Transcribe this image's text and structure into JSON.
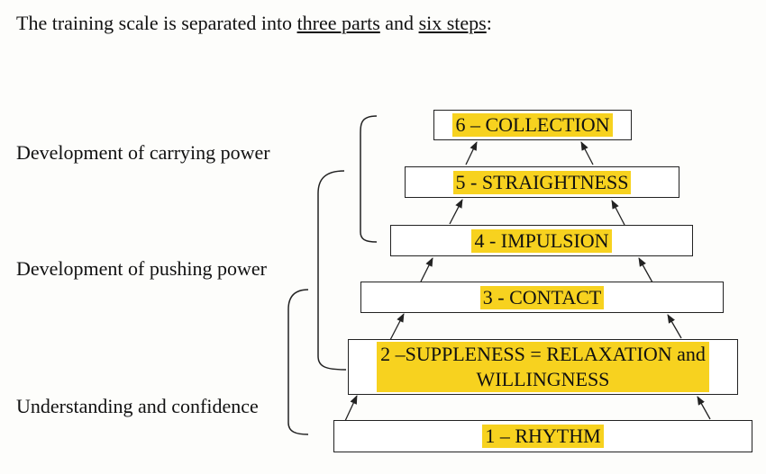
{
  "intro": {
    "prefix": "The training scale is separated into ",
    "three_parts": "three parts",
    "middle": " and ",
    "six_steps": "six steps",
    "suffix": ":"
  },
  "groups": {
    "carrying": "Development of carrying power",
    "pushing": "Development of pushing power",
    "understanding": "Understanding and confidence"
  },
  "steps": {
    "step1": "1 – RHYTHM",
    "step2_line1": "2 –SUPPLENESS = RELAXATION and",
    "step2_line2": "WILLINGNESS",
    "step3": "3 -  CONTACT",
    "step4": "4 - IMPULSION",
    "step5": "5 - STRAIGHTNESS",
    "step6": "6 – COLLECTION"
  },
  "colors": {
    "highlight": "#f7d21f",
    "line": "#222222"
  }
}
